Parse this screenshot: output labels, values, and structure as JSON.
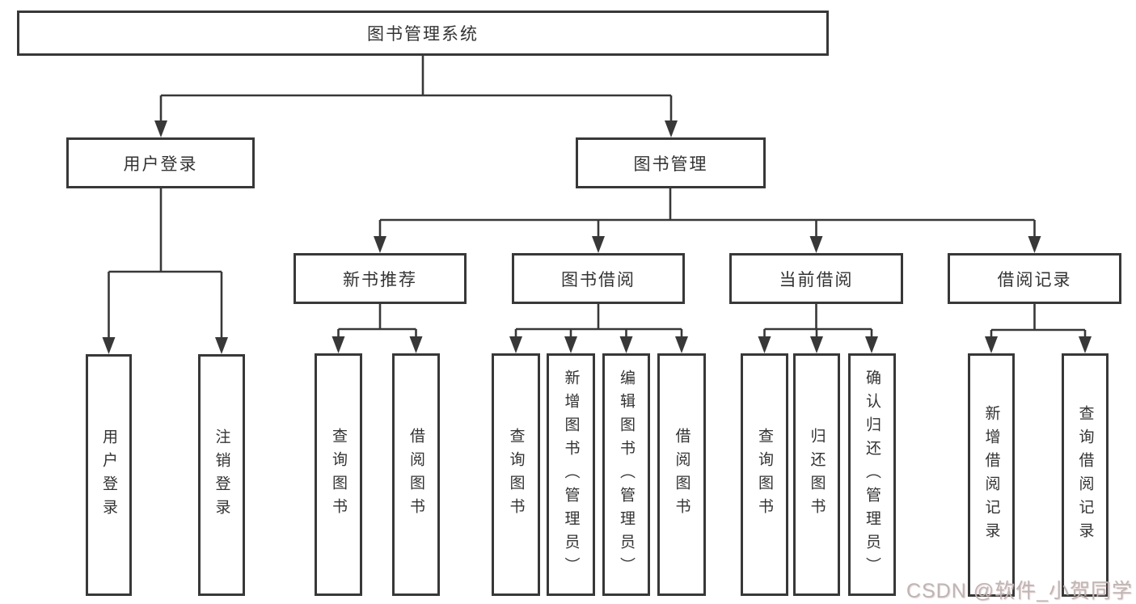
{
  "root_label": "图书管理系统",
  "level2": {
    "left": "用户登录",
    "right": "图书管理"
  },
  "level3": [
    "新书推荐",
    "图书借阅",
    "当前借阅",
    "借阅记录"
  ],
  "leaves": {
    "login_group": [
      "用户登录",
      "注销登录"
    ],
    "recommend_group": [
      "查询图书",
      "借阅图书"
    ],
    "borrow_group": [
      "查询图书",
      "新增图书（管理员）",
      "编辑图书（管理员）",
      "借阅图书"
    ],
    "current_group": [
      "查询图书",
      "归还图书",
      "确认归还（管理员）"
    ],
    "records_group": [
      "新增借阅记录",
      "查询借阅记录"
    ]
  },
  "watermark": "CSDN @软件_小贺同学",
  "colors": {
    "line": "#383838",
    "text": "#333333",
    "watermark": "#bdb6b6",
    "background": "#ffffff"
  }
}
